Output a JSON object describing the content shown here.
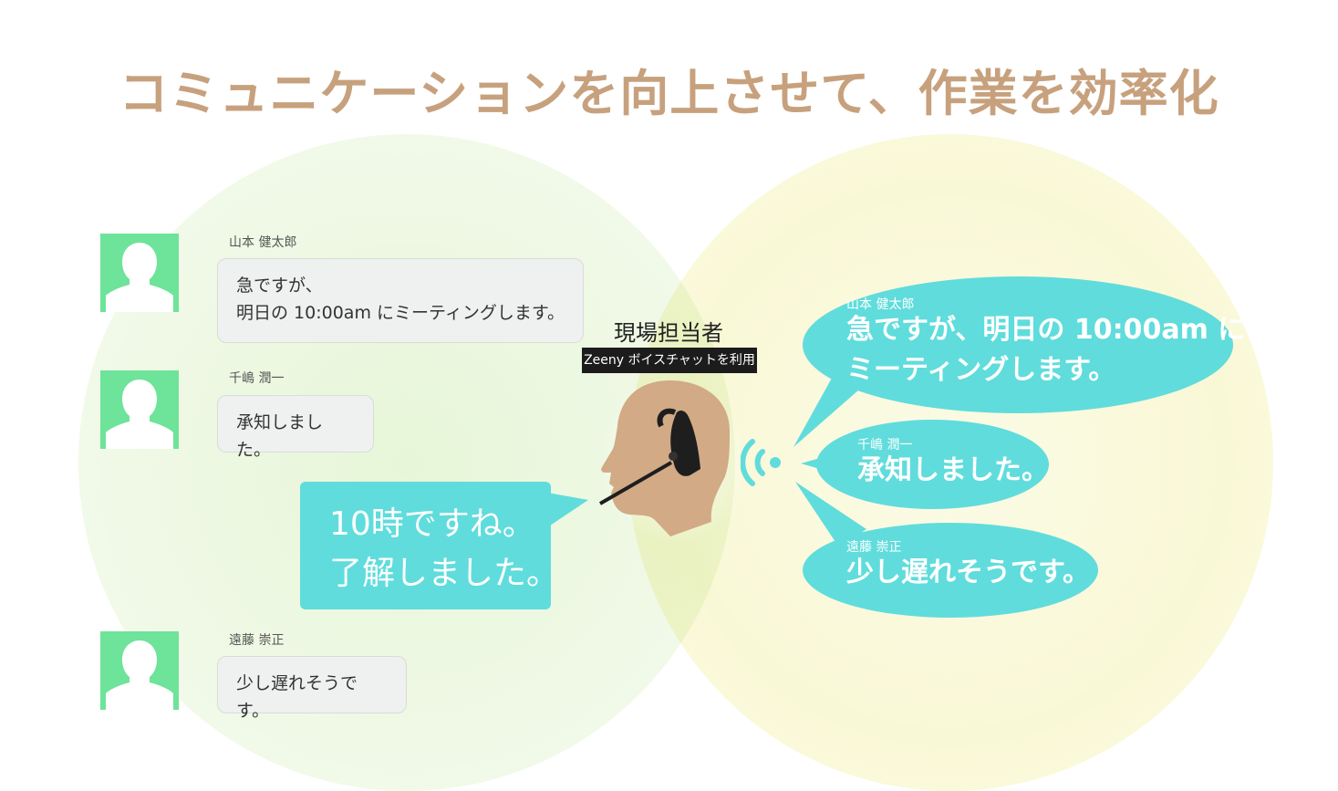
{
  "title": "コミュニケーションを向上させて、作業を効率化",
  "chat_messages": [
    {
      "sender": "山本 健太郎",
      "lines": [
        "急ですが、",
        "明日の 10:00am にミーティングします。"
      ]
    },
    {
      "sender": "千嶋 潤一",
      "lines": [
        "承知しました。"
      ]
    },
    {
      "sender": "遠藤 崇正",
      "lines": [
        "少し遅れそうです。"
      ]
    }
  ],
  "reply": {
    "lines": [
      "10時ですね。",
      "了解しました。"
    ]
  },
  "worker": {
    "label": "現場担当者",
    "sub": "Zeeny ボイスチャットを利用"
  },
  "voice_messages": [
    {
      "sender": "山本 健太郎",
      "lines": [
        "急ですが、明日の 10:00am に",
        "ミーティングします。"
      ]
    },
    {
      "sender": "千嶋 潤一",
      "lines": [
        "承知しました。"
      ]
    },
    {
      "sender": "遠藤 崇正",
      "lines": [
        "少し遅れそうです。"
      ]
    }
  ],
  "colors": {
    "title": "#c7a17d",
    "avatar": "#6ee39a",
    "accent": "#60dcdc",
    "head": "#d2aa86"
  },
  "icons": [
    "user-avatar-icon",
    "headset-icon",
    "wifi-signal-icon"
  ]
}
